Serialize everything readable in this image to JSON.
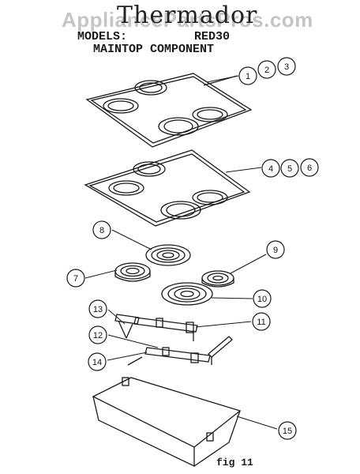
{
  "header": {
    "brand": "Thermador",
    "watermark": "AppliancePartsPros.com",
    "models_label": "MODELS:",
    "models_value": "RED30",
    "subtitle": "MAINTOP COMPONENT"
  },
  "callouts": [
    "1",
    "2",
    "3",
    "4",
    "5",
    "6",
    "7",
    "8",
    "9",
    "10",
    "11",
    "12",
    "13",
    "14",
    "15"
  ],
  "caption": "fig 11"
}
